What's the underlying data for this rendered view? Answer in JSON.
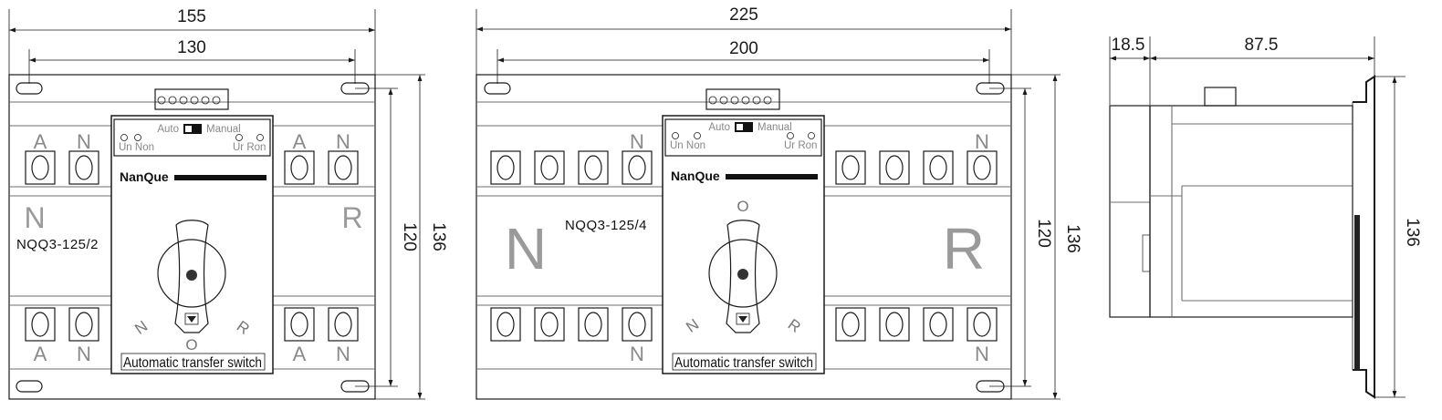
{
  "left_view": {
    "overall_width": "155",
    "mount_pitch_width": "130",
    "mount_pitch_height": "120",
    "overall_height": "136",
    "top_phase_labels": [
      "A",
      "N",
      "A",
      "N"
    ],
    "bottom_phase_labels": [
      "A",
      "N",
      "A",
      "N"
    ],
    "source_left": "N",
    "source_right": "R",
    "model": "NQQ3-125/2"
  },
  "middle_view": {
    "overall_width": "225",
    "mount_pitch_width": "200",
    "mount_pitch_height": "120",
    "overall_height": "136",
    "top_phase_labels": [
      "N",
      "N"
    ],
    "bottom_phase_labels": [
      "N",
      "N"
    ],
    "source_left": "N",
    "source_right": "R",
    "model": "NQQ3-125/4"
  },
  "side_view": {
    "depth_front": "18.5",
    "depth_body": "87.5",
    "height": "136"
  },
  "control_panel": {
    "auto_label": "Auto",
    "manual_label": "Manual",
    "indicator_left": "Un Non",
    "indicator_right": "Ur Ron",
    "brand": "NanQue",
    "position_o": "O",
    "position_n": "N",
    "position_r": "R",
    "nameplate": "Automatic transfer switch"
  }
}
